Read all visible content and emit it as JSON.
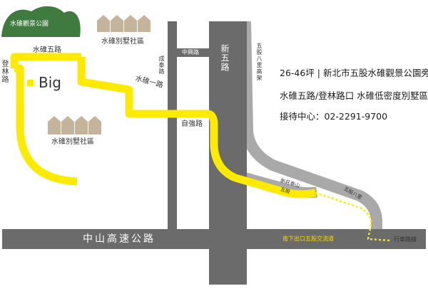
{
  "landmarks": {
    "park": "水碓觀景公園",
    "villa_top": "水碓別墅社區",
    "villa_mid": "水碓別墅社區",
    "site": "Big"
  },
  "roads": {
    "shuidui_5th": "水碓五路",
    "denglin": "登林路",
    "shuidui_1st": "水碓一路",
    "chengtai": "成泰路",
    "zhongxing": "中興路",
    "xinwu": "新五路",
    "wugu_bali": "五股八里高架",
    "ziqiang": "自強路",
    "xinzhuang_taishan": "新莊泰山",
    "wugu": "五股",
    "wugu_bali_ramp": "五股八里",
    "zhongshan_freeway": "中山高速公路",
    "exit": "南下出口五股交流道"
  },
  "legend": {
    "route": "行車路線"
  },
  "info": {
    "line1": "26-46坪 | 新北市五股水碓觀景公園旁",
    "line2": "水碓五路/登林路口 水碓低密度別墅區",
    "line3": "接待中心：02-2291-9700"
  },
  "colors": {
    "route": "#fcea00",
    "road_dark": "#6b6b6b",
    "road_light": "#a9a9a9",
    "park": "#3f7a3f",
    "house": "#c4b49b"
  }
}
